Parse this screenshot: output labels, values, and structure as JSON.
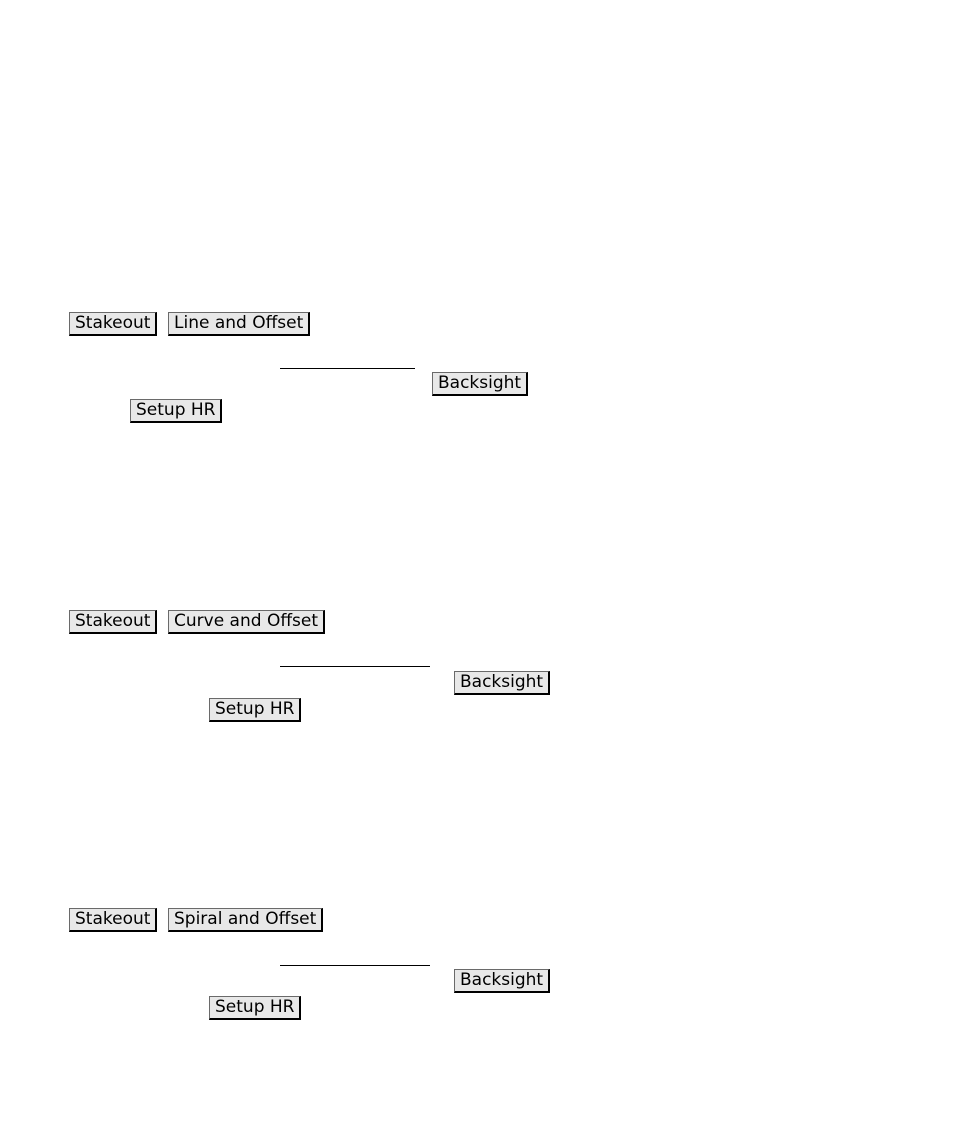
{
  "sections": [
    {
      "stakeout_label": "Stakeout",
      "method_label": "Line and Offset",
      "backsight_label": "Backsight",
      "setup_label": "Setup HR"
    },
    {
      "stakeout_label": "Stakeout",
      "method_label": "Curve and Offset",
      "backsight_label": "Backsight",
      "setup_label": "Setup HR"
    },
    {
      "stakeout_label": "Stakeout",
      "method_label": "Spiral and Offset",
      "backsight_label": "Backsight",
      "setup_label": "Setup HR"
    }
  ]
}
